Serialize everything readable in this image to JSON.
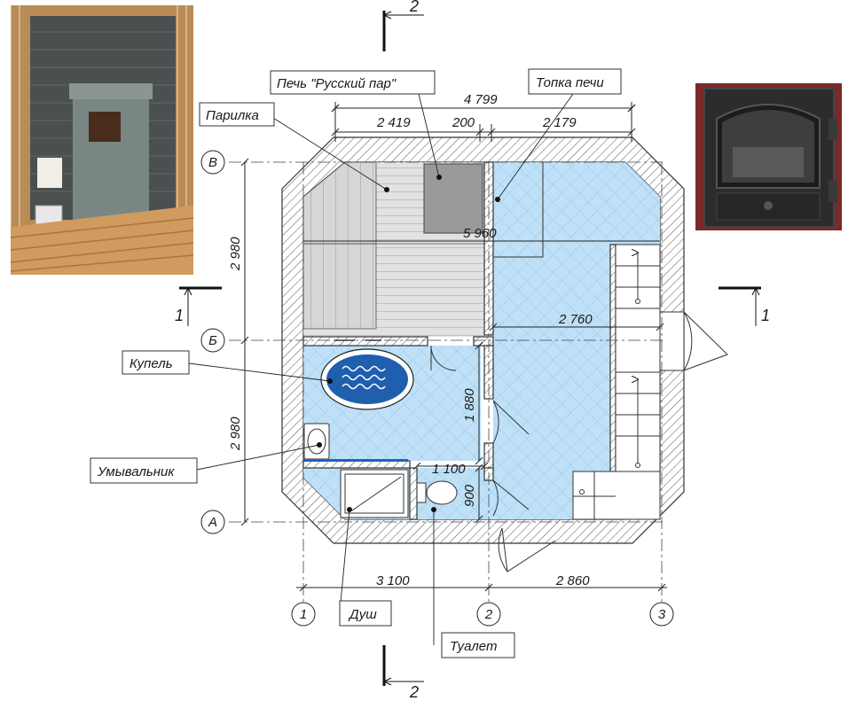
{
  "labels": {
    "stove": "Печь \"Русский пар\"",
    "firebox": "Топка печи",
    "steam_room": "Парилка",
    "plunge_pool": "Купель",
    "washbasin": "Умывальник",
    "shower": "Душ",
    "toilet": "Туалет"
  },
  "dimensions": {
    "overall_top": "4 799",
    "top_left": "2 419",
    "top_mid": "200",
    "top_right": "2 179",
    "left_upper": "2 980",
    "left_lower": "2 980",
    "inner_5960": "5 960",
    "inner_2760": "2 760",
    "inner_1880": "1 880",
    "inner_1100": "1 100",
    "inner_900": "900",
    "bottom_left": "3 100",
    "bottom_right": "2 860"
  },
  "axes": {
    "rows": [
      "В",
      "Б",
      "А"
    ],
    "cols": [
      "1",
      "2",
      "3"
    ]
  },
  "sections": {
    "s1_left": "1",
    "s1_right": "1",
    "s2_top": "2",
    "s2_bottom": "2"
  },
  "colors": {
    "tile": "#bfe0f7",
    "tile_line": "#7fbbe6",
    "wood": "#d9d9d9",
    "stove": "#909090",
    "pool": "#1f5fae"
  }
}
